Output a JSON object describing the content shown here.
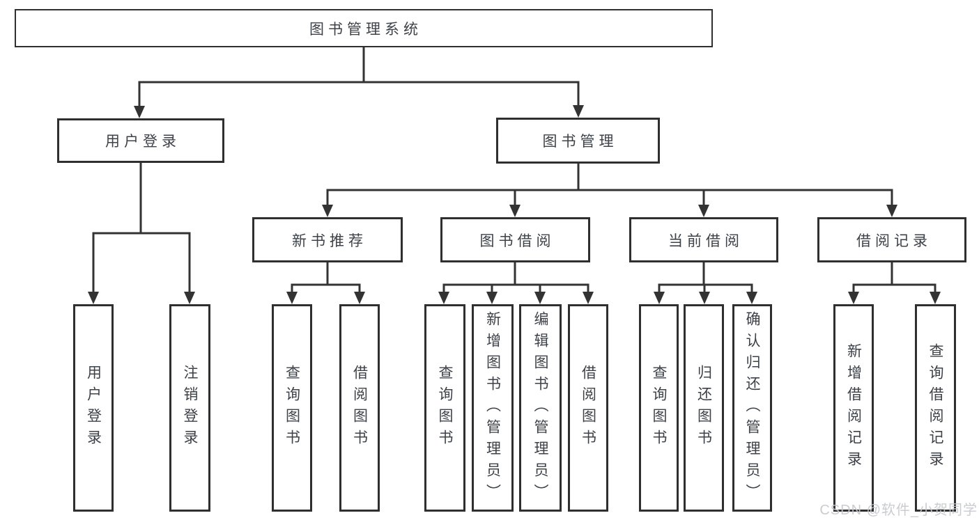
{
  "tree": {
    "label": "图书管理系统",
    "children": [
      {
        "label": "用户登录",
        "children": [
          {
            "label": "用户登录"
          },
          {
            "label": "注销登录"
          }
        ]
      },
      {
        "label": "图书管理",
        "children": [
          {
            "label": "新书推荐",
            "children": [
              {
                "label": "查询图书"
              },
              {
                "label": "借阅图书"
              }
            ]
          },
          {
            "label": "图书借阅",
            "children": [
              {
                "label": "查询图书"
              },
              {
                "label": "新增图书（管理员）"
              },
              {
                "label": "编辑图书（管理员）"
              },
              {
                "label": "借阅图书"
              }
            ]
          },
          {
            "label": "当前借阅",
            "children": [
              {
                "label": "查询图书"
              },
              {
                "label": "归还图书"
              },
              {
                "label": "确认归还（管理员）"
              }
            ]
          },
          {
            "label": "借阅记录",
            "children": [
              {
                "label": "新增借阅记录"
              },
              {
                "label": "查询借阅记录"
              }
            ]
          }
        ]
      }
    ]
  },
  "watermark": "CSDN @软件_小贺同学",
  "colors": {
    "line": "#333333",
    "box_border": "#2f2f2f",
    "text": "#3d4148",
    "watermark_text": "#c6c8cd",
    "background": "#ffffff"
  }
}
